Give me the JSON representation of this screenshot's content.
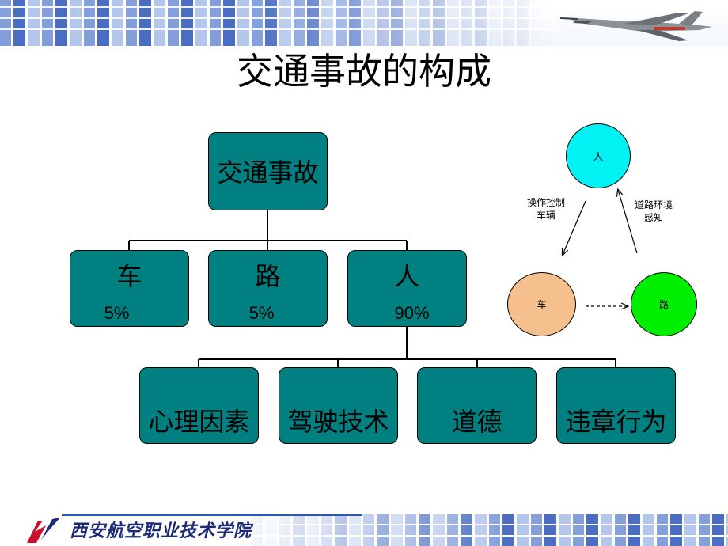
{
  "header": {
    "title": "交通事故的构成"
  },
  "footer": {
    "school_name": "西安航空职业技术学院"
  },
  "tree": {
    "root": {
      "label": "交通事故"
    },
    "level1": [
      {
        "label": "车",
        "percent": "5%"
      },
      {
        "label": "路",
        "percent": "5%"
      },
      {
        "label": "人",
        "percent": "90%"
      }
    ],
    "level2": [
      {
        "label": "心理因素"
      },
      {
        "label": "驾驶技术"
      },
      {
        "label": "道德"
      },
      {
        "label": "违章行为"
      }
    ]
  },
  "cycle": {
    "nodes": [
      {
        "label": "人",
        "color": "#00f2f2"
      },
      {
        "label": "车",
        "color": "#f5c08e"
      },
      {
        "label": "路",
        "color": "#00ee00"
      }
    ],
    "edge_left": {
      "line1": "操作控制",
      "line2": "车辆"
    },
    "edge_right": {
      "line1": "道路环境",
      "line2": "感知"
    }
  },
  "colors": {
    "box_fill": "#008080",
    "banner_blue": "#2c55b8"
  }
}
